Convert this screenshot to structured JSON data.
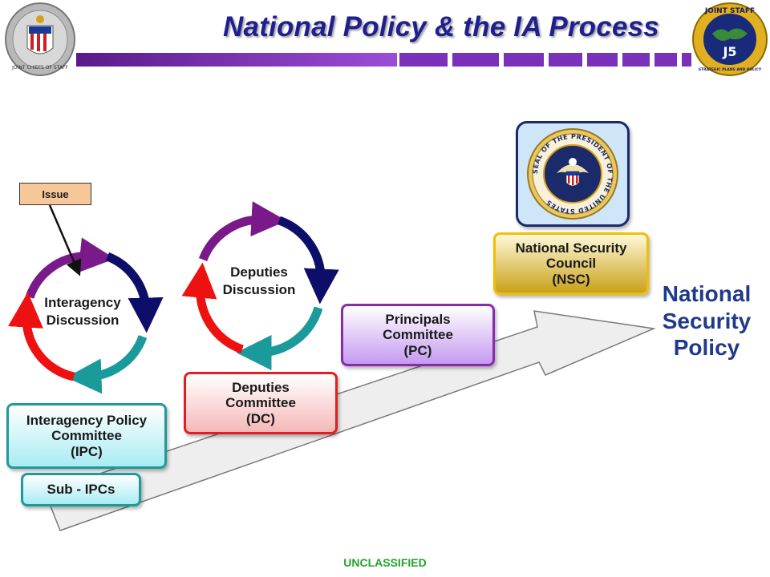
{
  "title": "National Policy & the IA Process",
  "issue_label": "Issue",
  "cycles": {
    "interagency": "Interagency\nDiscussion",
    "deputies": "Deputies\nDiscussion"
  },
  "boxes": {
    "ipc": "Interagency Policy\nCommittee\n(IPC)",
    "sub_ipc": "Sub - IPCs",
    "dc": "Deputies\nCommittee\n(DC)",
    "pc": "Principals\nCommittee\n(PC)",
    "nsc": "National Security\nCouncil\n(NSC)"
  },
  "outcome": "National\nSecurity\nPolicy",
  "footer": "UNCLASSIFIED",
  "logos": {
    "left_seal_text": "JOINT CHIEFS OF STAFF",
    "right_seal_top": "JOINT STAFF",
    "right_seal_mid": "J5",
    "right_seal_bottom": "STRATEGIC PLANS AND POLICY",
    "president_seal_text": "SEAL OF THE PRESIDENT OF THE UNITED STATES"
  },
  "colors": {
    "title": "#1f1f8f",
    "purple_arrow": "#7a1a8a",
    "navy_arrow": "#0d0d6a",
    "teal_arrow": "#1a9a9a",
    "red_arrow": "#ee1111",
    "outcome_text": "#1f3a8a"
  }
}
